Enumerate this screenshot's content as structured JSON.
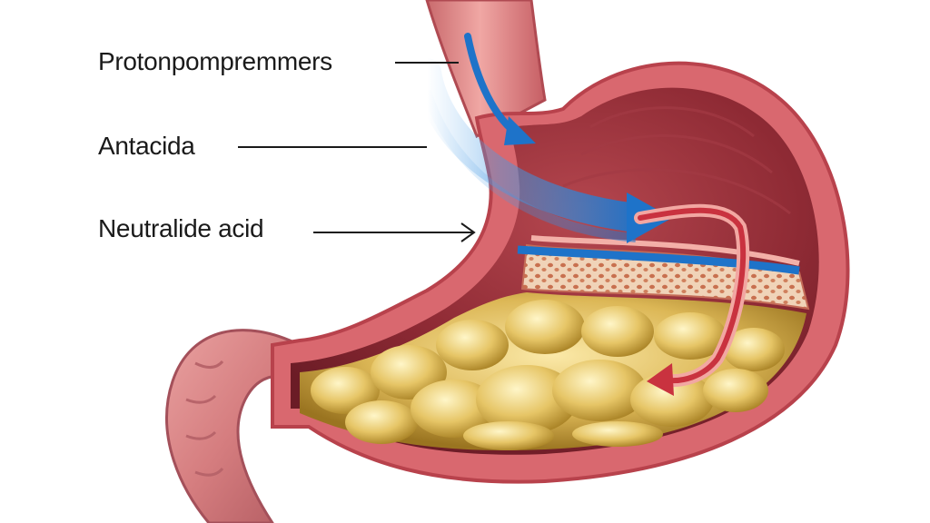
{
  "labels": {
    "proton_pump": "Protonpompremmers",
    "antacid": "Antacida",
    "neutralized_acid": "Neutralide acid"
  },
  "colors": {
    "stomach_wall": "#d9686f",
    "stomach_outline": "#b8424c",
    "inner_lining": "#8e2a34",
    "mucus_layer": "#f0d3b8",
    "food_content": "#d9b24a",
    "arrow_blue": "#1e73c9",
    "arrow_red": "#c9323f",
    "intestine": "#d57d7f",
    "leader_lines": "#1a1a1a"
  }
}
